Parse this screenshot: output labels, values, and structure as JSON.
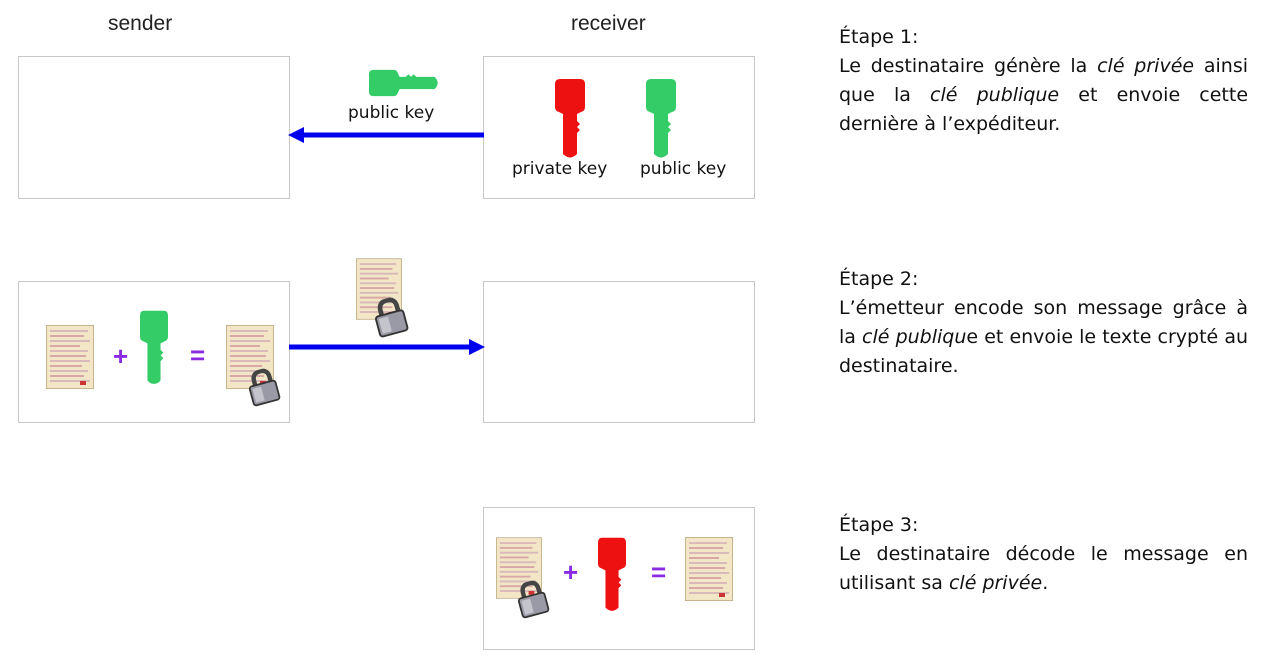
{
  "columns": {
    "sender": "sender",
    "receiver": "receiver"
  },
  "keys": {
    "public_key": "public key",
    "private_key": "private key"
  },
  "operators": {
    "plus": "+",
    "equals": "="
  },
  "colors": {
    "public_key": "#33cc66",
    "private_key": "#ee1111",
    "arrow": "#0000ee",
    "operator": "#8a2be2"
  },
  "icons": [
    "key-icon",
    "document-icon",
    "padlock-icon",
    "arrow-icon"
  ],
  "steps": [
    {
      "title": "Étape 1:",
      "text_1": "Le destinataire génère la ",
      "em_1": "clé privée",
      "text_2": " ainsi que la ",
      "em_2": "clé publique",
      "text_3": " et envoie cette dernière à l’expéditeur."
    },
    {
      "title": "Étape 2:",
      "text_1": "L’émetteur encode son message grâce à la ",
      "em_1": "clé publiqu",
      "text_2": "e et envoie le texte crypté au destinataire."
    },
    {
      "title": "Étape 3:",
      "text_1": "Le destinataire décode le message en utilisant sa ",
      "em_1": "clé privée",
      "text_2": "."
    }
  ]
}
